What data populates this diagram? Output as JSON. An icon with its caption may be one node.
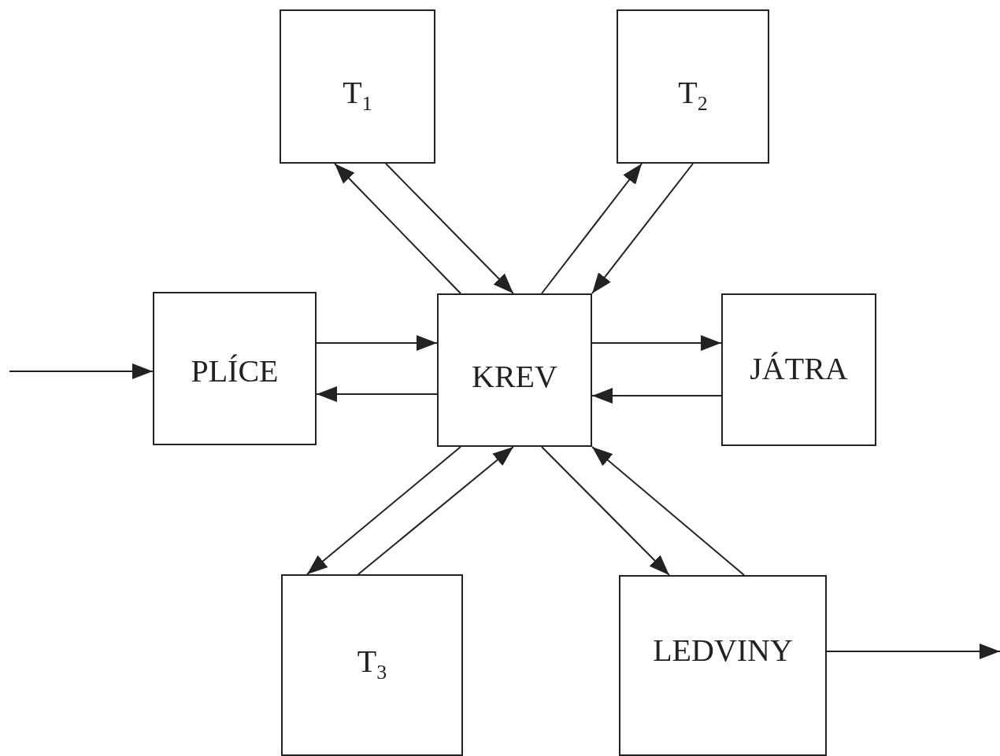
{
  "diagram": {
    "nodes": [
      {
        "text": [
          "T$_{1}$"
        ]
      },
      {
        "text": [
          "T$_{2}$"
        ]
      },
      {
        "text": [
          "PLÍCE"
        ]
      },
      {
        "text": [
          "KREV"
        ]
      },
      {
        "text": [
          "JÁTRA"
        ]
      },
      {
        "text": [
          "T$_{3}$"
        ]
      },
      {
        "text": [
          "LEDVINY"
        ]
      }
    ],
    "edges": [
      {
        "from": null,
        "to": 2,
        "arrow": "to"
      },
      {
        "from": 2,
        "to": 3,
        "arrow": "to"
      },
      {
        "from": 3,
        "to": 2,
        "arrow": "to"
      },
      {
        "from": 3,
        "to": 4,
        "arrow": "to"
      },
      {
        "from": 4,
        "to": 3,
        "arrow": "to"
      },
      {
        "from": 3,
        "to": 0,
        "arrow": "to"
      },
      {
        "from": 0,
        "to": 3,
        "arrow": "to"
      },
      {
        "from": 3,
        "to": 1,
        "arrow": "to"
      },
      {
        "from": 1,
        "to": 3,
        "arrow": "to"
      },
      {
        "from": 3,
        "to": 5,
        "arrow": "to"
      },
      {
        "from": 5,
        "to": 3,
        "arrow": "to"
      },
      {
        "from": 3,
        "to": 6,
        "arrow": "to"
      },
      {
        "from": 6,
        "to": 3,
        "arrow": "to"
      },
      {
        "from": 6,
        "to": null,
        "arrow": "to"
      }
    ]
  }
}
